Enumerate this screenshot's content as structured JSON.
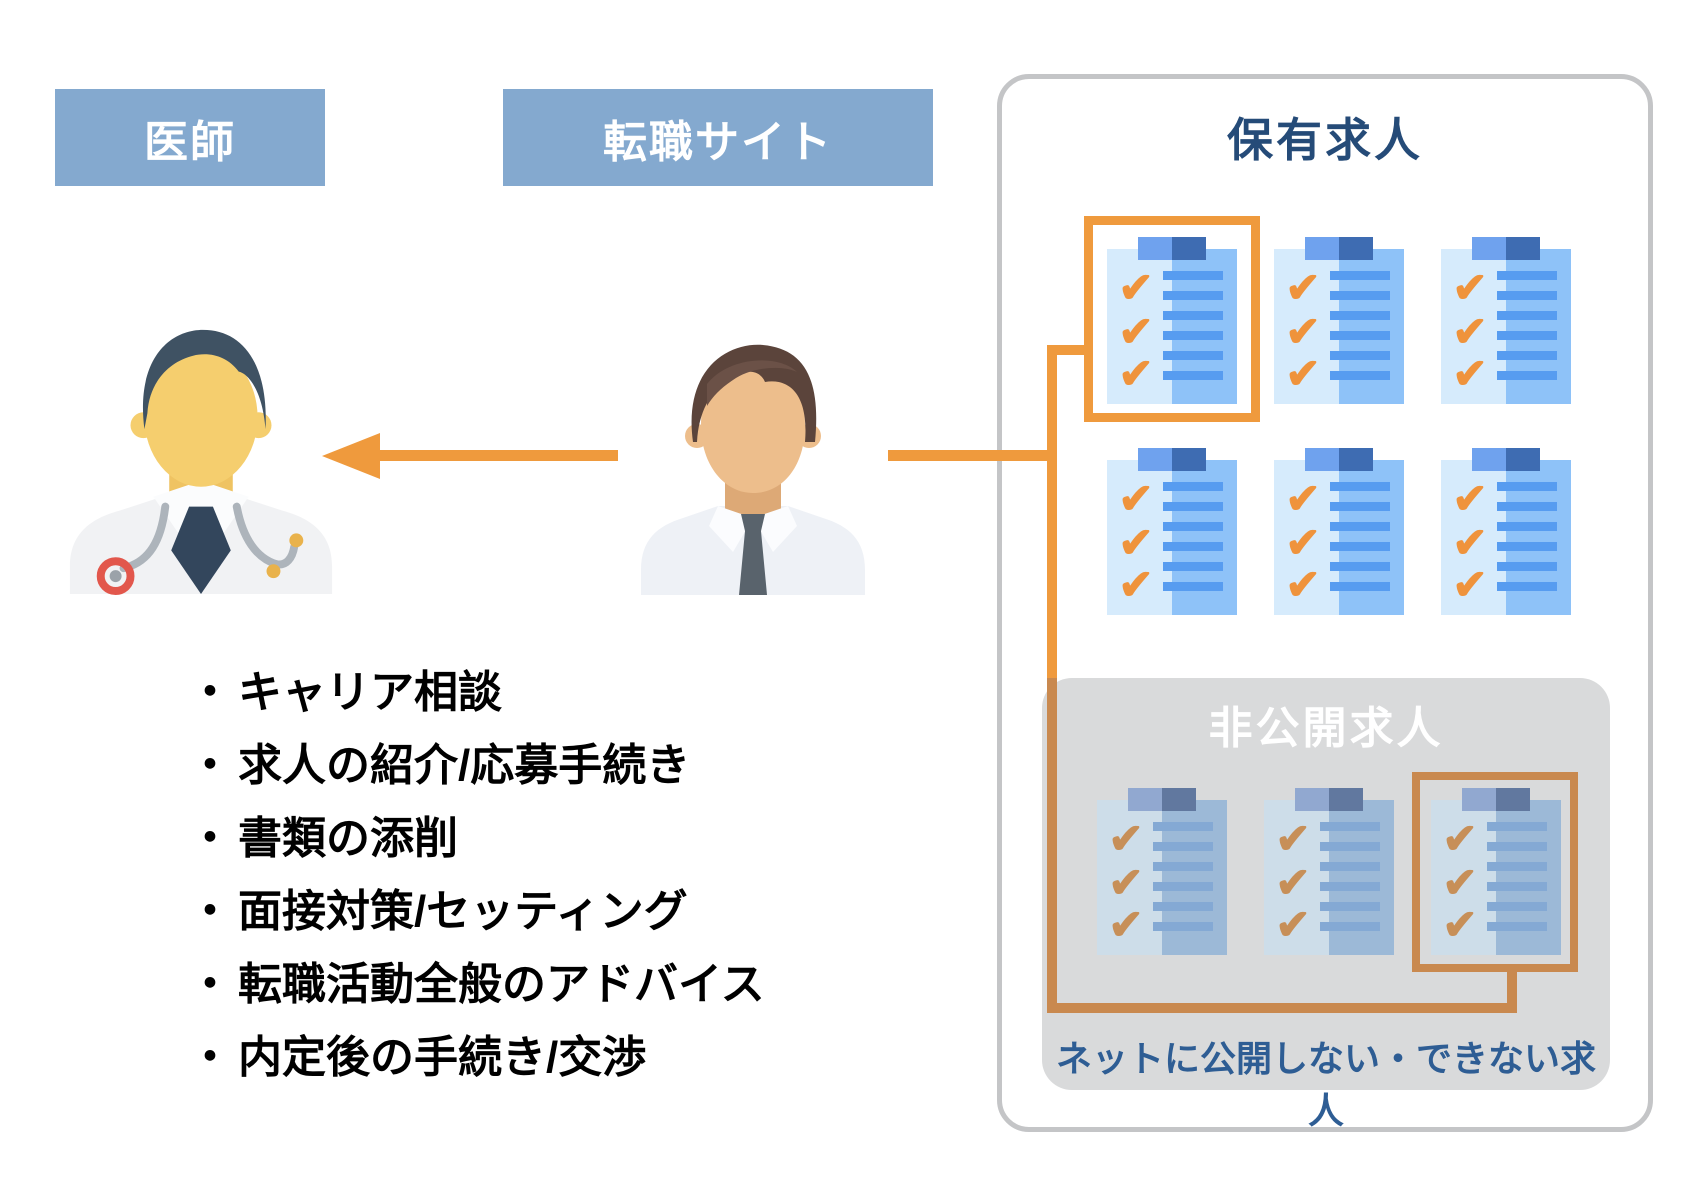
{
  "header": {
    "doctor": "医師",
    "site": "転職サイト"
  },
  "panel": {
    "title": "保有求人",
    "private": {
      "title": "非公開求人",
      "note": "ネットに公開しない・できない求人"
    }
  },
  "services": {
    "bullet": "・",
    "items": [
      "キャリア相談",
      "求人の紹介/応募手続き",
      "書類の添削",
      "面接対策/セッティング",
      "転職活動全般のアドバイス",
      "内定後の手続き/交渉"
    ]
  },
  "icons": {
    "check": "✔"
  },
  "colors": {
    "header_blue": "#84A9CF",
    "title_navy": "#254B78",
    "note_blue": "#2E5D94",
    "orange": "#EF9A3D",
    "muted_orange": "#C9894F",
    "gray_box": "#D9DADB",
    "panel_border": "#C4C5C7"
  }
}
